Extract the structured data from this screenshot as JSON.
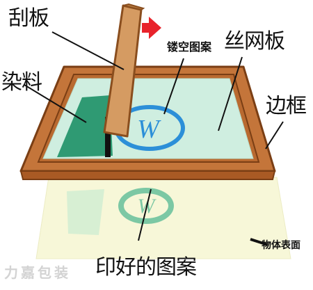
{
  "labels": {
    "squeegee": "刮板",
    "ink": "染料",
    "stencil_pattern": "镂空图案",
    "screen": "丝网板",
    "frame": "边框",
    "printed_pattern": "印好的图案",
    "object_surface": "物体表面"
  },
  "watermark": "力嘉包装",
  "colors": {
    "frame_wood": "#c4753a",
    "frame_dark": "#7a3e14",
    "screen_fill": "#cfeee0",
    "ink": "#2f9a73",
    "stencil_ring": "#2c8fd8",
    "arrow": "#e8232b",
    "squeegee": "#d59b62",
    "surface": "#f7f7d8",
    "printed": "#7cc8a4"
  },
  "icons": {
    "direction_arrow": "arrow-right-icon"
  }
}
